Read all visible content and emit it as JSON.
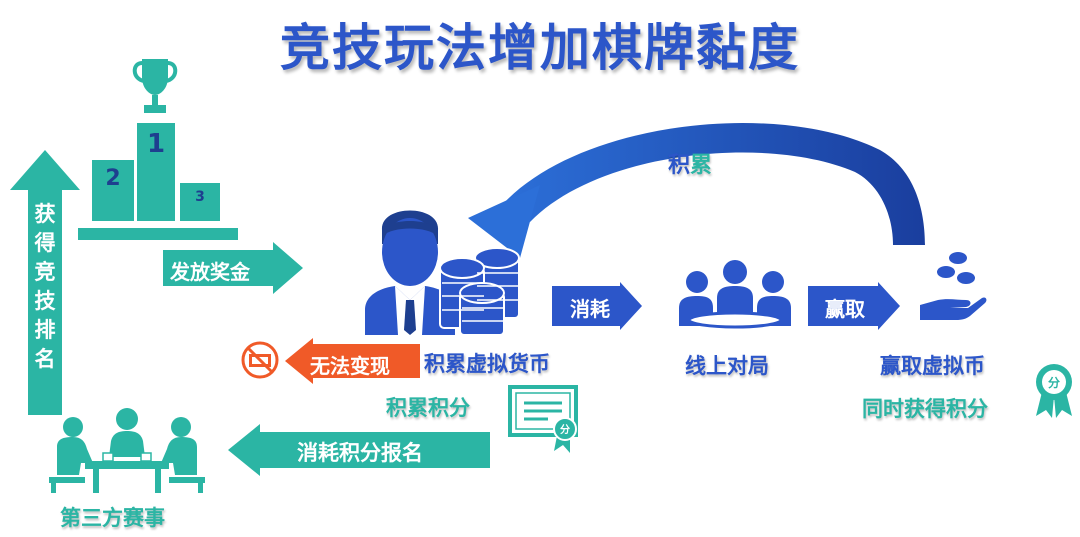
{
  "title": "竞技玩法增加棋牌黏度",
  "labels": {
    "accumulate": "积累",
    "accumulate_accent": "累",
    "consume": "消耗",
    "win": "赢取",
    "issue_prize": "发放奖金",
    "get_ranking": "获得竞技排名",
    "no_cash_out": "无法变现",
    "accumulate_virtual_currency": "积累虚拟货币",
    "accumulate_points": "积累积分",
    "online_match": "线上对局",
    "win_virtual_currency": "赢取虚拟币",
    "also_earn_points": "同时获得积分",
    "consume_points_signup": "消耗积分报名",
    "third_party_event": "第三方赛事"
  },
  "podium": [
    "1",
    "2",
    "3"
  ],
  "medal_text": "分",
  "colors": {
    "blue": "#2c56c9",
    "teal": "#2bb5a4",
    "orange": "#f05a28"
  },
  "icons": [
    "trophy-icon",
    "player-icon",
    "coin-stack-icon",
    "meeting-icon",
    "hand-coins-icon",
    "certificate-icon",
    "medal-icon",
    "no-cash-icon",
    "tournament-players-icon"
  ]
}
